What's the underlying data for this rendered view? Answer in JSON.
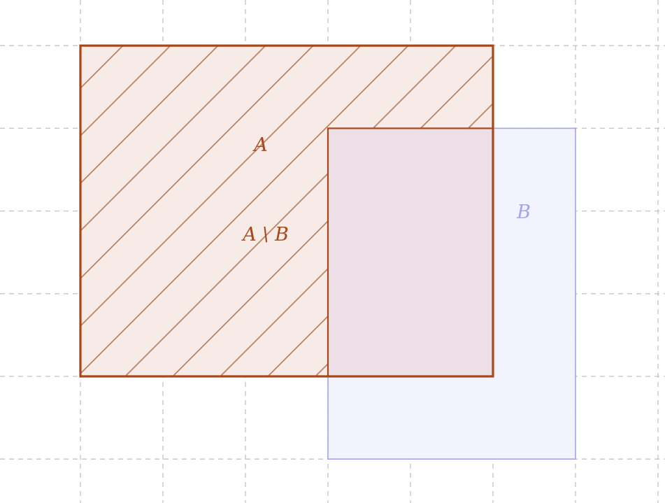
{
  "diagram": {
    "grid": {
      "spacing_units": 1,
      "style": "dashed",
      "color": "#c4c4c4"
    },
    "shapes": [
      {
        "id": "A",
        "label": "A",
        "x_range": [
          0,
          5
        ],
        "y_range": [
          0,
          4
        ],
        "stroke": "#a8481a",
        "fill": "#f6ebe6",
        "hatch_color": "#c8805c"
      },
      {
        "id": "B",
        "label": "B",
        "x_range": [
          3,
          6
        ],
        "y_range": [
          -1,
          3
        ],
        "stroke": "#a4a4ec",
        "fill": "#f3f3fd"
      }
    ],
    "intersection_fill": "#ece0e6",
    "difference": {
      "label": "A \\ B",
      "color": "#a8481a",
      "pattern": "diagonal-hatch"
    }
  }
}
